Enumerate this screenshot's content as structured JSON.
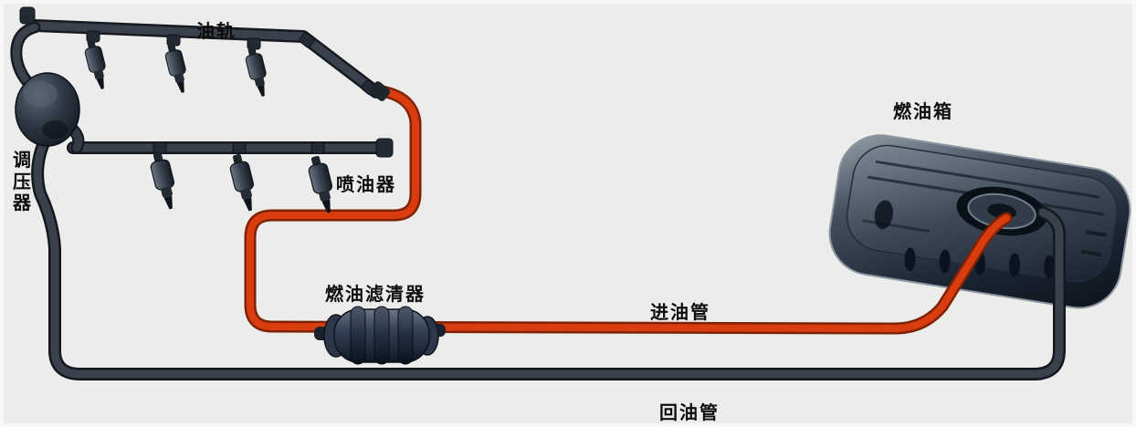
{
  "diagram": {
    "type": "fuel-supply-system-schematic",
    "labels": {
      "fuel_rail": "油轨",
      "pressure_regulator": "调压器",
      "injector": "喷油器",
      "fuel_filter": "燃油滤清器",
      "supply_pipe": "进油管",
      "return_pipe": "回油管",
      "fuel_tank": "燃油箱"
    },
    "colors": {
      "background": "#ecedea",
      "supply_pipe_red": "#d93c0e",
      "pipe_dark": "#3a414c",
      "component_navy": "#1a2431",
      "label_text": "#0d0d0d"
    },
    "component_counts": {
      "injectors_top_rail": 3,
      "injectors_bottom_rail": 3
    }
  }
}
